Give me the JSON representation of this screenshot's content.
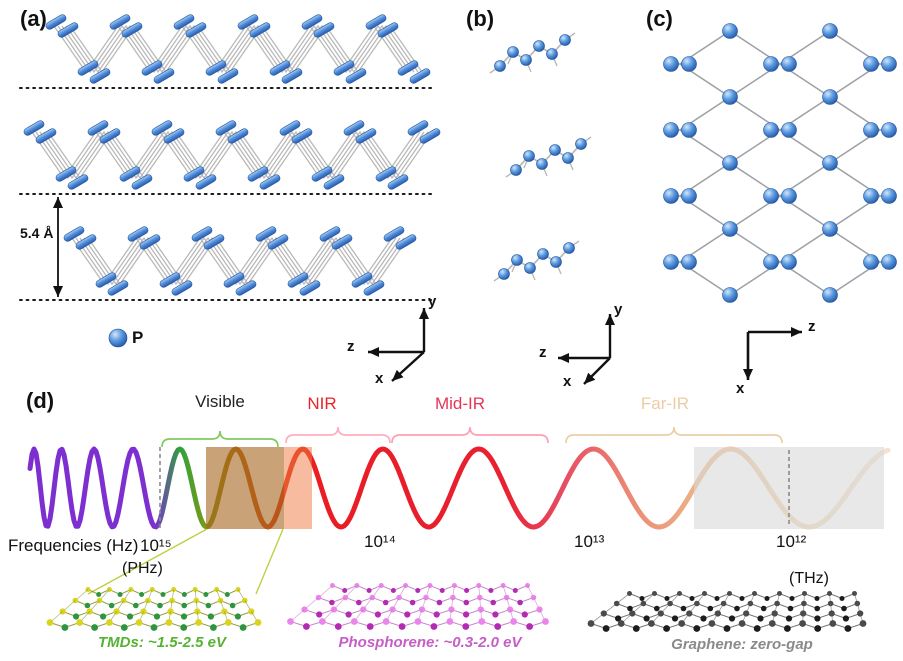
{
  "panels": {
    "a": {
      "label": "(a)",
      "interlayer_distance": "5.4 Å",
      "legend_atom": "P",
      "axes": {
        "x": "x",
        "y": "y",
        "z": "z"
      }
    },
    "b": {
      "label": "(b)",
      "axes": {
        "x": "x",
        "y": "y",
        "z": "z"
      }
    },
    "c": {
      "label": "(c)",
      "axes": {
        "x": "x",
        "z": "z"
      }
    },
    "d": {
      "label": "(d)",
      "spectrum": {
        "visible": "Visible",
        "nir": "NIR",
        "mid_ir": "Mid-IR",
        "far_ir": "Far-IR"
      },
      "frequency_axis": {
        "prefix": "Frequencies (Hz)",
        "f_15": "10¹⁵",
        "phz_unit": "(PHz)",
        "f_14": "10¹⁴",
        "f_13": "10¹³",
        "f_12": "10¹²",
        "thz_unit": "(THz)"
      },
      "materials": [
        {
          "name": "tmds",
          "label": "TMDs: ~1.5-2.5 eV",
          "color": "#55b332"
        },
        {
          "name": "phosphorene",
          "label": "Phosphorene: ~0.3-2.0 eV",
          "color": "#c65ec6"
        },
        {
          "name": "graphene",
          "label": "Graphene: zero-gap",
          "color": "#8a8a8a"
        }
      ]
    }
  },
  "colors": {
    "atom_blue": "#3f7fd4",
    "bond_gray": "#b9b9b9",
    "visible_label": "#222222",
    "nir_label": "#e8252c",
    "mid_ir_label": "#e23558",
    "far_ir_label": "#edcca4",
    "wave_purple": "#7d2fd0",
    "wave_green": "#2fa23c",
    "wave_red": "#ea1c24",
    "wave_pink": "#e84a62",
    "wave_tan": "#ecb488"
  }
}
